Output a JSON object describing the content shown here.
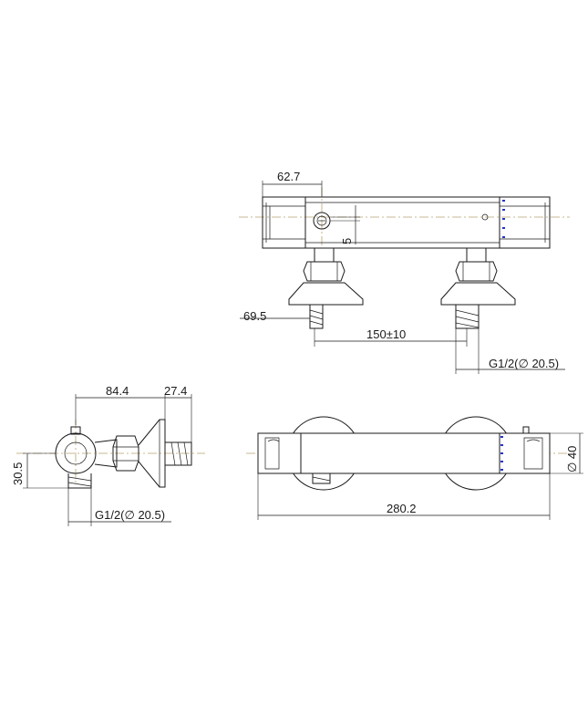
{
  "dimensions": {
    "top_left_width": "62.7",
    "top_offset": "5",
    "top_flange_dia": "69.5",
    "top_center_spacing": "150±10",
    "top_thread": "G1/2(∅ 20.5)",
    "side_depth": "84.4",
    "side_flange": "27.4",
    "side_height": "30.5",
    "side_thread": "G1/2(∅ 20.5)",
    "front_length": "280.2",
    "front_dia": "∅ 40"
  },
  "colors": {
    "centerline": "#b8a470",
    "scale_marks": "#2233cc",
    "line": "#1a1a1a"
  }
}
